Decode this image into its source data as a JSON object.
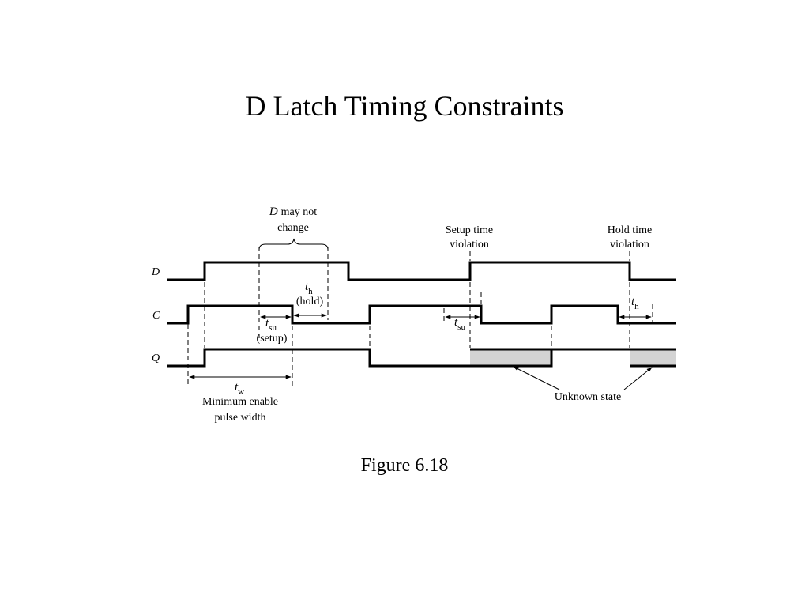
{
  "slide": {
    "title": "D Latch Timing Constraints",
    "caption": "Figure 6.18"
  },
  "signals": [
    "D",
    "C",
    "Q"
  ],
  "annotations": {
    "d_may_not": "may not",
    "d_var": "D",
    "change": "change",
    "setup_violation_1": "Setup time",
    "setup_violation_2": "violation",
    "hold_violation_1": "Hold time",
    "hold_violation_2": "violation",
    "t": "t",
    "h": "h",
    "su": "su",
    "w": "w",
    "hold": "(hold)",
    "setup": "(setup)",
    "min_enable_1": "Minimum enable",
    "min_enable_2": "pulse width",
    "unknown_state": "Unknown state"
  },
  "colors": {
    "unknown_fill": "#d3d3d3",
    "waveform": "#000000"
  }
}
